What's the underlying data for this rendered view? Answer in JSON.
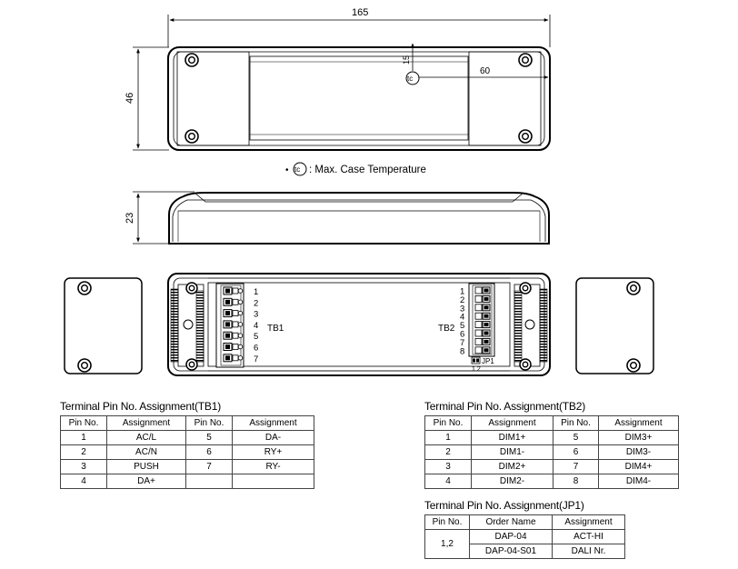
{
  "dimensions": {
    "length": "165",
    "width": "46",
    "height": "23",
    "tc_offset_y": "15",
    "tc_offset_x": "60"
  },
  "tc_label": "tc",
  "note": {
    "bullet": "•",
    "text": ": Max. Case Temperature"
  },
  "tb1_label": "TB1",
  "tb2_label": "TB2",
  "jp1_label": "JP1",
  "jp1_pins": "1 2",
  "tb1_pins": [
    "1",
    "2",
    "3",
    "4",
    "5",
    "6",
    "7"
  ],
  "tb2_pins": [
    "1",
    "2",
    "3",
    "4",
    "5",
    "6",
    "7",
    "8"
  ],
  "tb1": {
    "title": "Terminal Pin No. Assignment(TB1)",
    "headers": [
      "Pin No.",
      "Assignment",
      "Pin No.",
      "Assignment"
    ],
    "rows": [
      [
        "1",
        "AC/L",
        "5",
        "DA-"
      ],
      [
        "2",
        "AC/N",
        "6",
        "RY+"
      ],
      [
        "3",
        "PUSH",
        "7",
        "RY-"
      ],
      [
        "4",
        "DA+",
        "",
        ""
      ]
    ]
  },
  "tb2": {
    "title": "Terminal Pin No. Assignment(TB2)",
    "headers": [
      "Pin No.",
      "Assignment",
      "Pin No.",
      "Assignment"
    ],
    "rows": [
      [
        "1",
        "DIM1+",
        "5",
        "DIM3+"
      ],
      [
        "2",
        "DIM1-",
        "6",
        "DIM3-"
      ],
      [
        "3",
        "DIM2+",
        "7",
        "DIM4+"
      ],
      [
        "4",
        "DIM2-",
        "8",
        "DIM4-"
      ]
    ]
  },
  "jp1": {
    "title": "Terminal Pin No. Assignment(JP1)",
    "headers": [
      "Pin No.",
      "Order Name",
      "Assignment"
    ],
    "pin": "1,2",
    "rows": [
      [
        "DAP-04",
        "ACT-HI"
      ],
      [
        "DAP-04-S01",
        "DALI Nr."
      ]
    ]
  }
}
